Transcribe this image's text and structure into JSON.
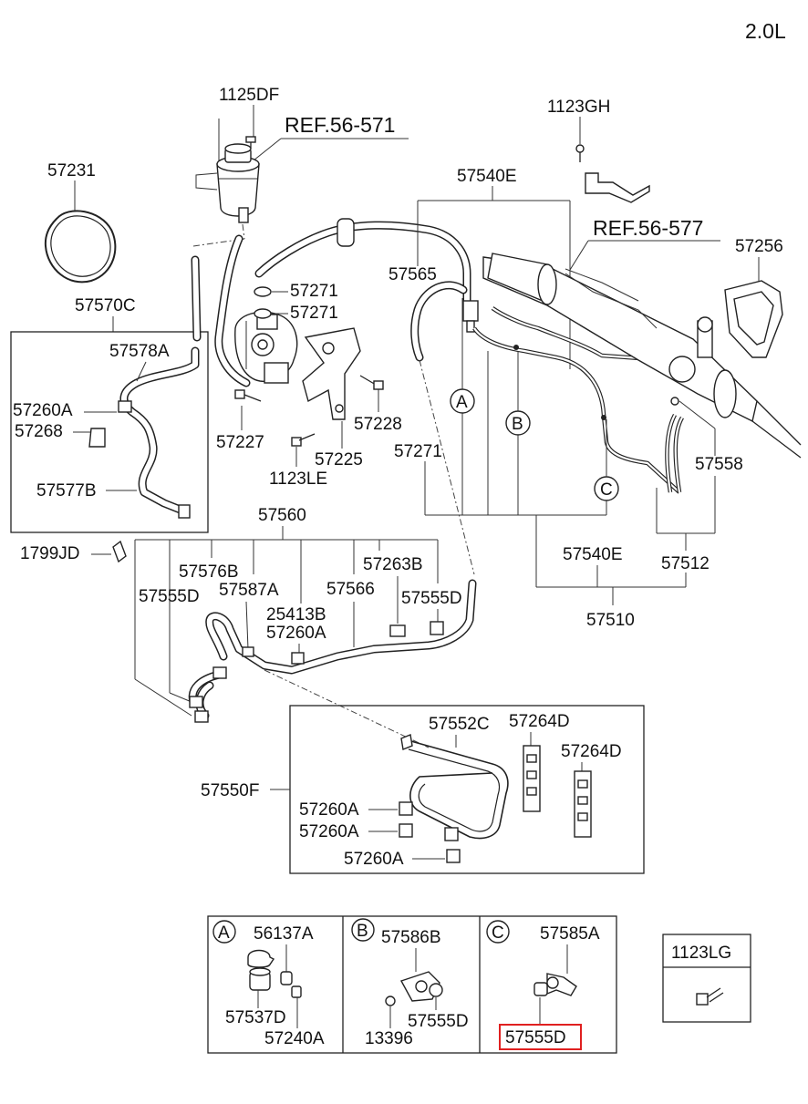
{
  "variant": "2.0L",
  "refs": {
    "pump": "REF.56-571",
    "gear": "REF.56-577"
  },
  "labels": {
    "p1125DF": "1125DF",
    "p57231": "57231",
    "p1123GH": "1123GH",
    "p57540E_top": "57540E",
    "p57256": "57256",
    "p57565": "57565",
    "p57271_a": "57271",
    "p57271_b": "57271",
    "p57570C": "57570C",
    "p57578A": "57578A",
    "p57260A_1": "57260A",
    "p57268": "57268",
    "p57228": "57228",
    "p57227": "57227",
    "p57225": "57225",
    "p1123LE": "1123LE",
    "p57271_c": "57271",
    "p57558": "57558",
    "p57577B": "57577B",
    "p57560": "57560",
    "p1799JD": "1799JD",
    "p57576B": "57576B",
    "p57263B": "57263B",
    "p57540E_bot": "57540E",
    "p57512": "57512",
    "p57555D_1": "57555D",
    "p57587A": "57587A",
    "p57566": "57566",
    "p57555D_2": "57555D",
    "p25413B": "25413B",
    "p57260A_2": "57260A",
    "p57510": "57510",
    "p57552C": "57552C",
    "p57264D_1": "57264D",
    "p57264D_2": "57264D",
    "p57550F": "57550F",
    "p57260A_3": "57260A",
    "p57260A_4": "57260A",
    "p57260A_5": "57260A"
  },
  "callouts": {
    "a": "A",
    "b": "B",
    "c": "C"
  },
  "detail_a": {
    "letter": "A",
    "p1": "56137A",
    "p2": "57537D",
    "p3": "57240A"
  },
  "detail_b": {
    "letter": "B",
    "p1": "57586B",
    "p2": "13396",
    "p3": "57555D"
  },
  "detail_c": {
    "letter": "C",
    "p1": "57585A",
    "p2": "57555D",
    "highlight_color": "#e02020"
  },
  "detail_lg": {
    "p1": "1123LG"
  }
}
